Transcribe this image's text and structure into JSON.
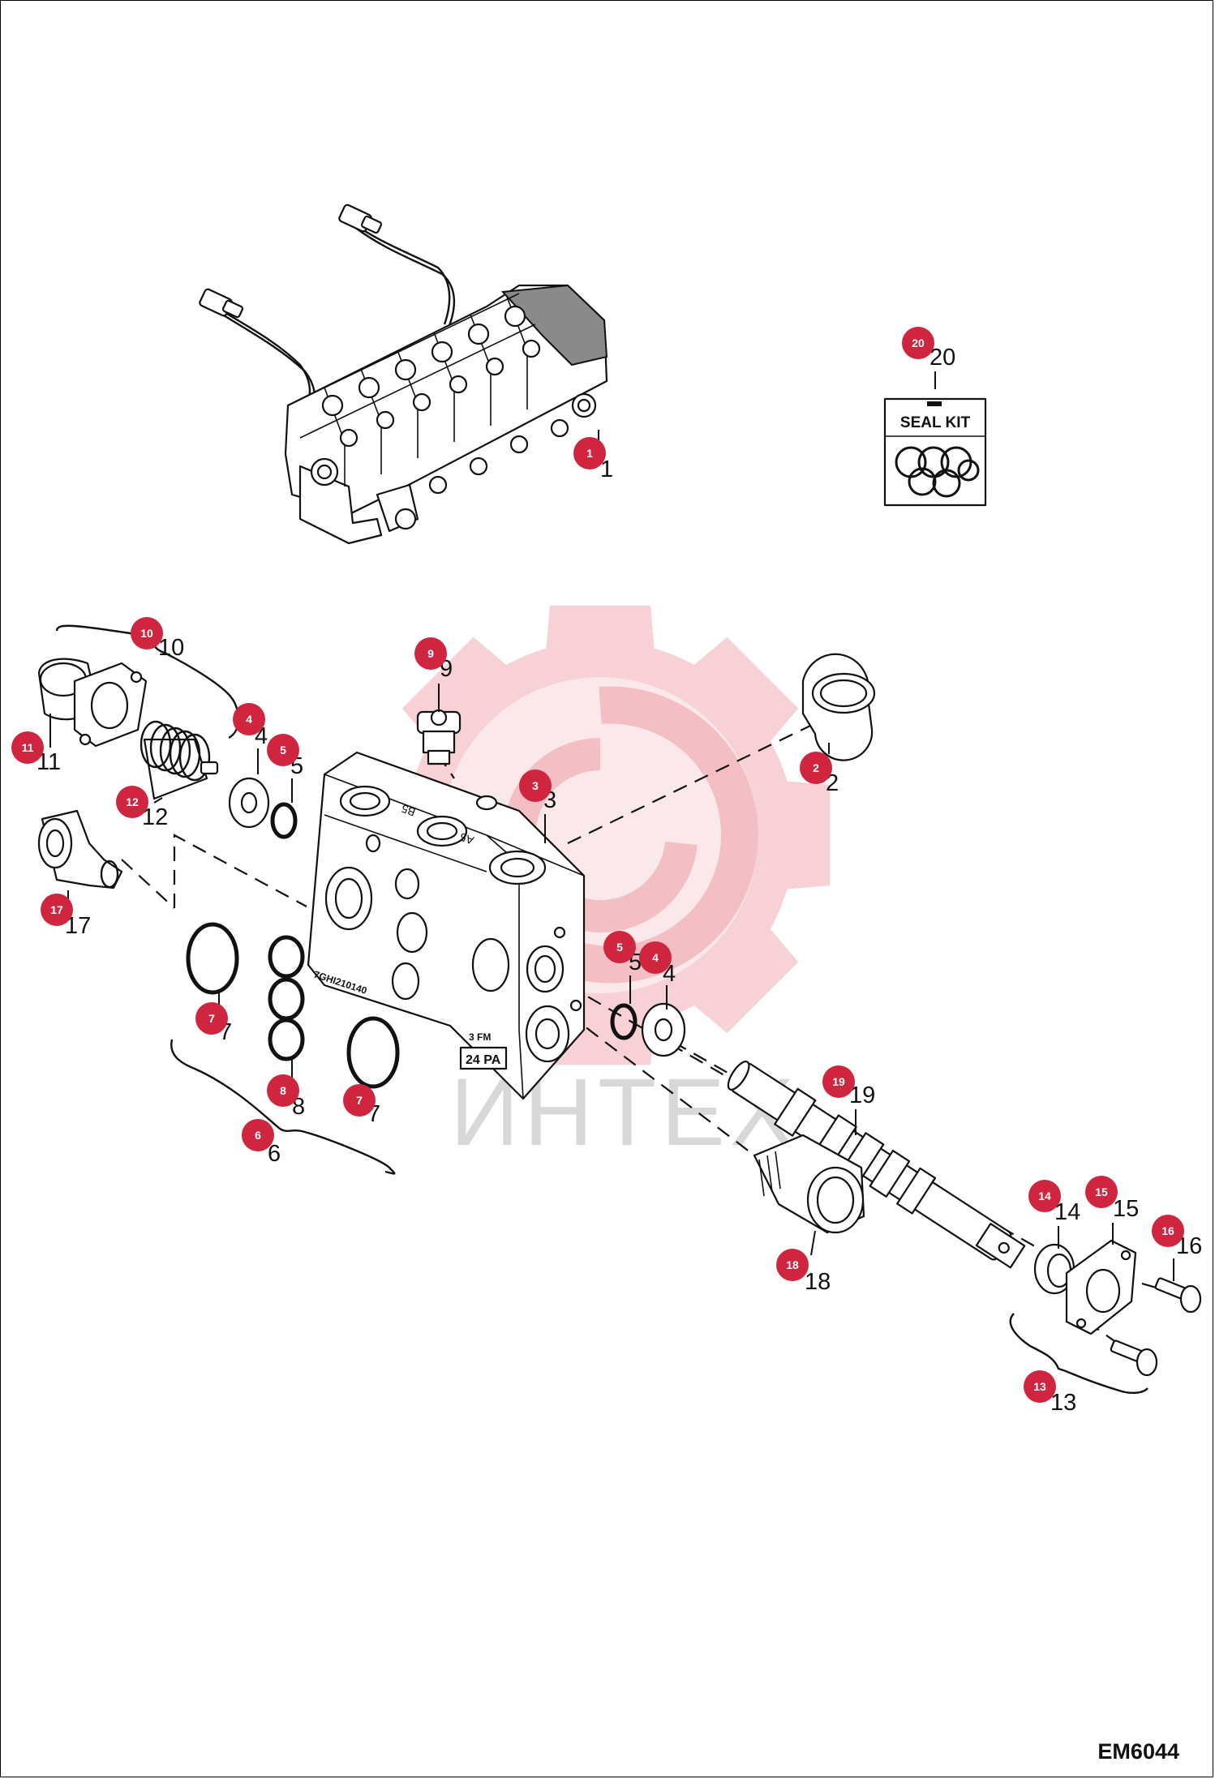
{
  "drawing_code": "EM6044",
  "watermark": "ИНТЕХ",
  "seal_kit_label": "SEAL KIT",
  "body_stamps": {
    "port_b": "B5",
    "port_a": "A5",
    "serial": "7GHI210140",
    "port_code": "3 FM",
    "port_size": "24 PA"
  },
  "callouts": [
    {
      "badge": "1",
      "number": "1"
    },
    {
      "badge": "2",
      "number": "2"
    },
    {
      "badge": "3",
      "number": "3"
    },
    {
      "badge": "4",
      "number": "4"
    },
    {
      "badge": "5",
      "number": "5"
    },
    {
      "badge": "5",
      "number": "5"
    },
    {
      "badge": "4",
      "number": "4"
    },
    {
      "badge": "6",
      "number": "6"
    },
    {
      "badge": "7",
      "number": "7"
    },
    {
      "badge": "7",
      "number": "7"
    },
    {
      "badge": "8",
      "number": "8"
    },
    {
      "badge": "9",
      "number": "9"
    },
    {
      "badge": "10",
      "number": "10"
    },
    {
      "badge": "11",
      "number": "11"
    },
    {
      "badge": "12",
      "number": "12"
    },
    {
      "badge": "13",
      "number": "13"
    },
    {
      "badge": "14",
      "number": "14"
    },
    {
      "badge": "15",
      "number": "15"
    },
    {
      "badge": "16",
      "number": "16"
    },
    {
      "badge": "17",
      "number": "17"
    },
    {
      "badge": "18",
      "number": "18"
    },
    {
      "badge": "19",
      "number": "19"
    },
    {
      "badge": "20",
      "number": "20"
    }
  ],
  "colors": {
    "callout_badge": "#d0253f",
    "watermark_gear": "#f6c9ce",
    "line": "#111111"
  }
}
